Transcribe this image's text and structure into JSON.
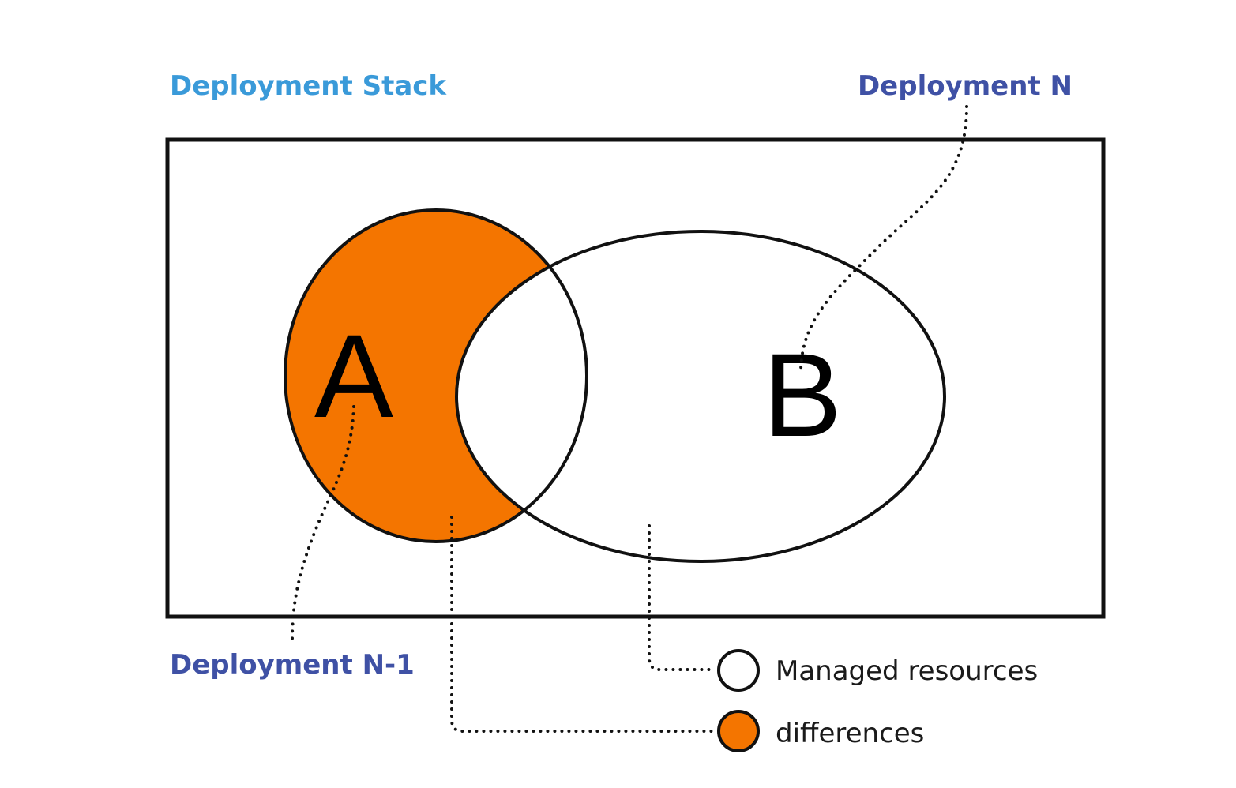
{
  "labels": {
    "stack": "Deployment Stack",
    "deployment_n": "Deployment N",
    "deployment_n_minus_1": "Deployment N-1",
    "set_a": "A",
    "set_b": "B"
  },
  "legend": {
    "items": [
      {
        "label": "Managed resources",
        "swatch": "white"
      },
      {
        "label": "differences",
        "swatch": "orange"
      }
    ]
  },
  "colors": {
    "stack_label": "#3a9ad9",
    "deployment_label": "#3f51a5",
    "difference_fill": "#f47500",
    "outline": "#111111"
  }
}
